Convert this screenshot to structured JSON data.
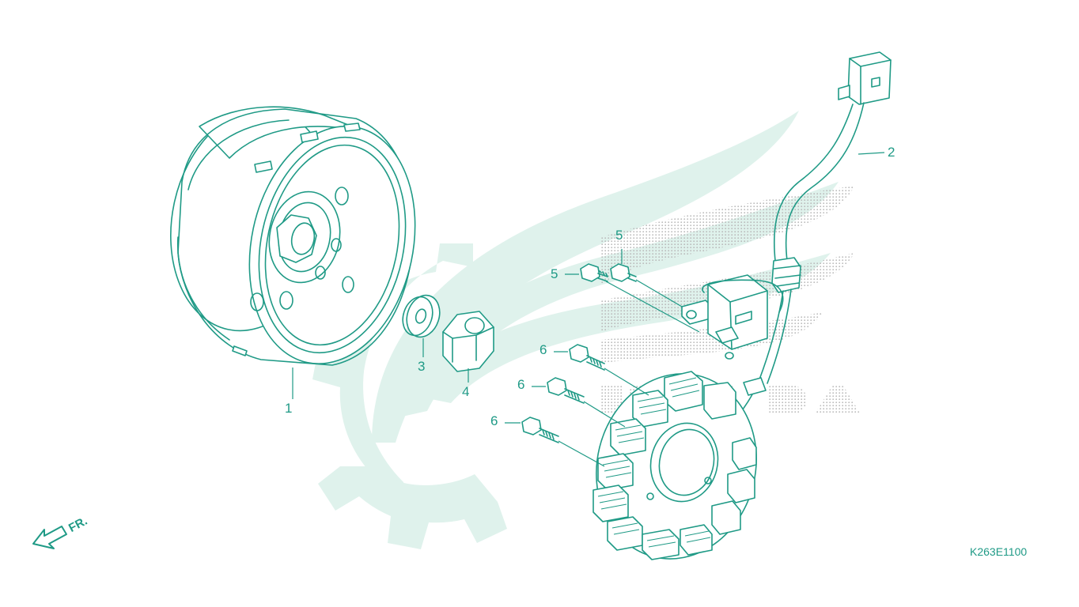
{
  "diagram": {
    "colors": {
      "ink": "#1f9a86",
      "watermark": "#d9f0ea",
      "watermark_dots": "#b8b8b8",
      "background": "#ffffff"
    },
    "watermark_icon": "honda-wing-gear-logo",
    "direction_icon": "front-arrow-icon",
    "direction_label": "FR.",
    "drawing_code": "K263E1100",
    "callouts": {
      "flywheel": "1",
      "stator_wire": "2",
      "washer": "3",
      "nut": "4",
      "bolt_upper_a": "5",
      "bolt_upper_b": "5",
      "bolt_lower_a": "6",
      "bolt_lower_b": "6",
      "bolt_lower_c": "6"
    }
  }
}
